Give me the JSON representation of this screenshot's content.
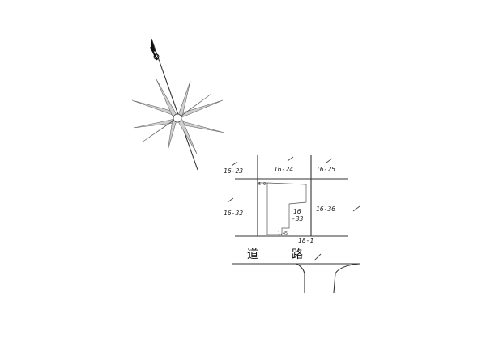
{
  "compass": {
    "icon": "compass-rose-icon",
    "north_arrow": "north-arrow-icon"
  },
  "parcels": {
    "p16_23": "16-23",
    "p16_24": "16-24",
    "p16_25": "16-25",
    "p16_32": "16-32",
    "p16_33_top": "16",
    "p16_33_bottom": "-33",
    "p16_36": "16-36",
    "p18_1": "18-1"
  },
  "dimensions": {
    "top_left": "6.9",
    "bottom": "1.45"
  },
  "road": {
    "char1": "道",
    "char2": "路"
  },
  "colors": {
    "ink": "#222222",
    "paper": "#ffffff"
  }
}
